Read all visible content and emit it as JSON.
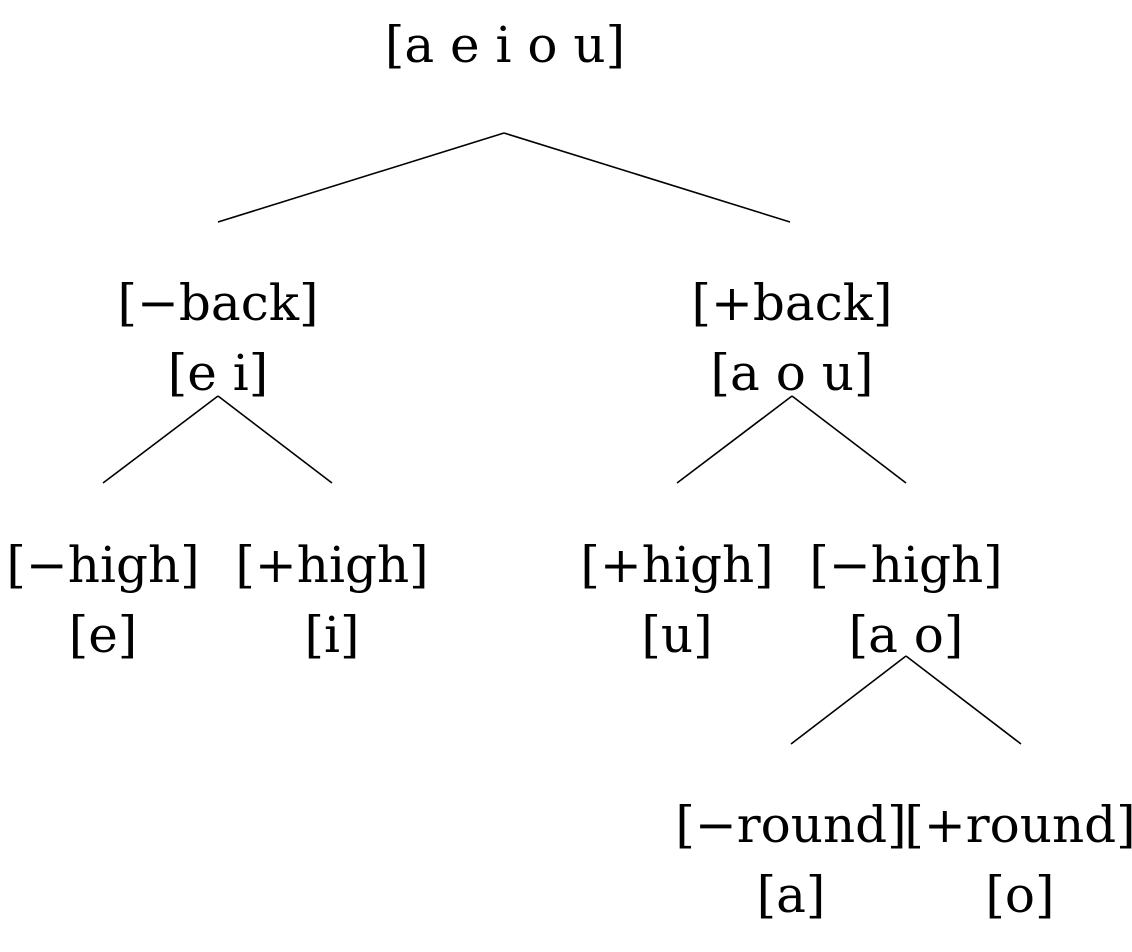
{
  "tree": {
    "root": {
      "set": "[a e i o u]"
    },
    "back_minus": {
      "feature": "[−back]",
      "set": "[e i]"
    },
    "back_plus": {
      "feature": "[+back]",
      "set": "[a o u]"
    },
    "front_high_minus": {
      "feature": "[−high]",
      "set": "[e]"
    },
    "front_high_plus": {
      "feature": "[+high]",
      "set": "[i]"
    },
    "back_high_plus": {
      "feature": "[+high]",
      "set": "[u]"
    },
    "back_high_minus": {
      "feature": "[−high]",
      "set": "[a o]"
    },
    "round_minus": {
      "feature": "[−round]",
      "set": "[a]"
    },
    "round_plus": {
      "feature": "[+round]",
      "set": "[o]"
    }
  }
}
